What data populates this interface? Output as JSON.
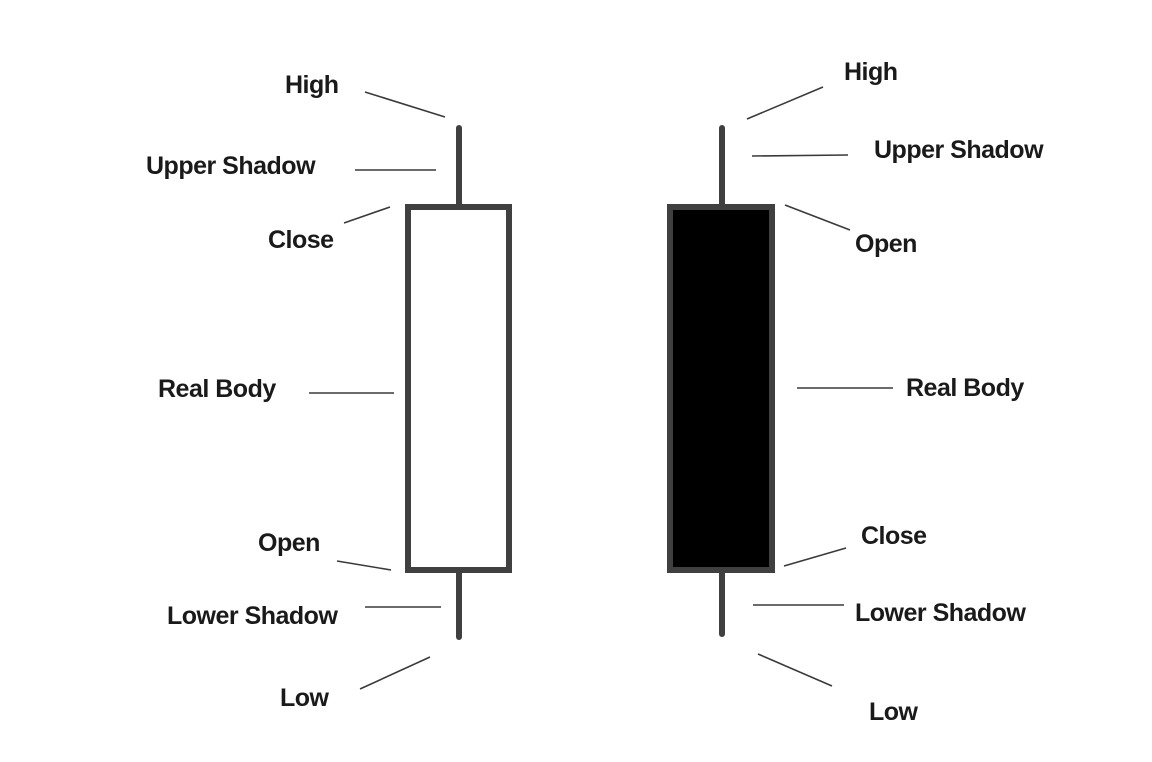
{
  "colors": {
    "background": "#ffffff",
    "candle_outline": "#404040",
    "bullish_body_fill": "#ffffff",
    "bearish_body_fill": "#000000",
    "text": "#1a1a1a"
  },
  "candles": [
    {
      "type": "bullish",
      "labels": {
        "high": "High",
        "upper_shadow": "Upper Shadow",
        "close": "Close",
        "real_body": "Real Body",
        "open": "Open",
        "lower_shadow": "Lower Shadow",
        "low": "Low"
      }
    },
    {
      "type": "bearish",
      "labels": {
        "high": "High",
        "upper_shadow": "Upper Shadow",
        "open": "Open",
        "real_body": "Real Body",
        "close": "Close",
        "lower_shadow": "Lower Shadow",
        "low": "Low"
      }
    }
  ]
}
